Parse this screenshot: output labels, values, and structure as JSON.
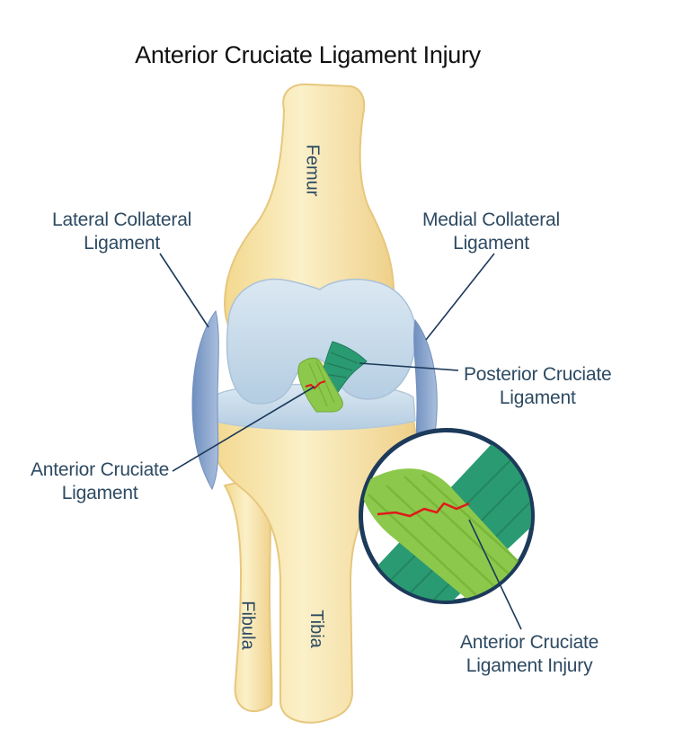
{
  "title": "Anterior Cruciate Ligament Injury",
  "labels": {
    "femur": "Femur",
    "fibula": "Fibula",
    "tibia": "Tibia",
    "lcl": [
      "Lateral Collateral",
      "Ligament"
    ],
    "mcl": [
      "Medial Collateral",
      "Ligament"
    ],
    "pcl": [
      "Posterior Cruciate",
      "Ligament"
    ],
    "acl": [
      "Anterior Cruciate",
      "Ligament"
    ],
    "acl_injury": [
      "Anterior Cruciate",
      "Ligament Injury"
    ]
  },
  "colors": {
    "bone": "#f7e4a8",
    "cartilage": "#c8dcea",
    "collateral_ligament": "#8fa9cf",
    "acl": "#8cc84b",
    "pcl": "#2a9a72",
    "tear": "#e0191b",
    "leader_line": "#1c3a5a",
    "label_text": "#2d4a62"
  }
}
